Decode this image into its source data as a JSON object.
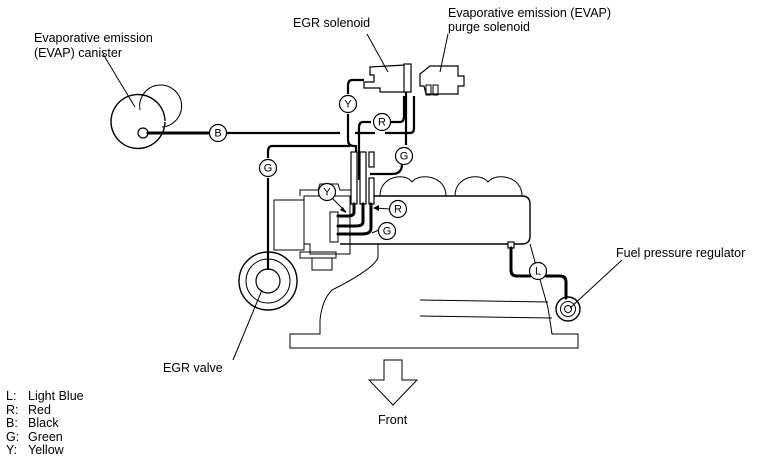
{
  "labels": {
    "evap_canister": [
      "Evaporative emission",
      "(EVAP) canister"
    ],
    "egr_solenoid": "EGR solenoid",
    "evap_purge_solenoid": [
      "Evaporative emission (EVAP)",
      "purge solenoid"
    ],
    "fuel_pressure_regulator": "Fuel pressure regulator",
    "egr_valve": "EGR valve",
    "front": "Front"
  },
  "hose_tags": {
    "canister_line": "B",
    "egr_valve_line": "G",
    "egr_solenoid_line": "Y",
    "purge_solenoid_line": "R",
    "solenoid_g_line": "G",
    "throttle_y": "Y",
    "throttle_r": "R",
    "throttle_g": "G",
    "fuel_reg_line": "L"
  },
  "legend": [
    {
      "key": "L:",
      "value": "Light Blue"
    },
    {
      "key": "R:",
      "value": "Red"
    },
    {
      "key": "B:",
      "value": "Black"
    },
    {
      "key": "G:",
      "value": "Green"
    },
    {
      "key": "Y:",
      "value": "Yellow"
    }
  ]
}
